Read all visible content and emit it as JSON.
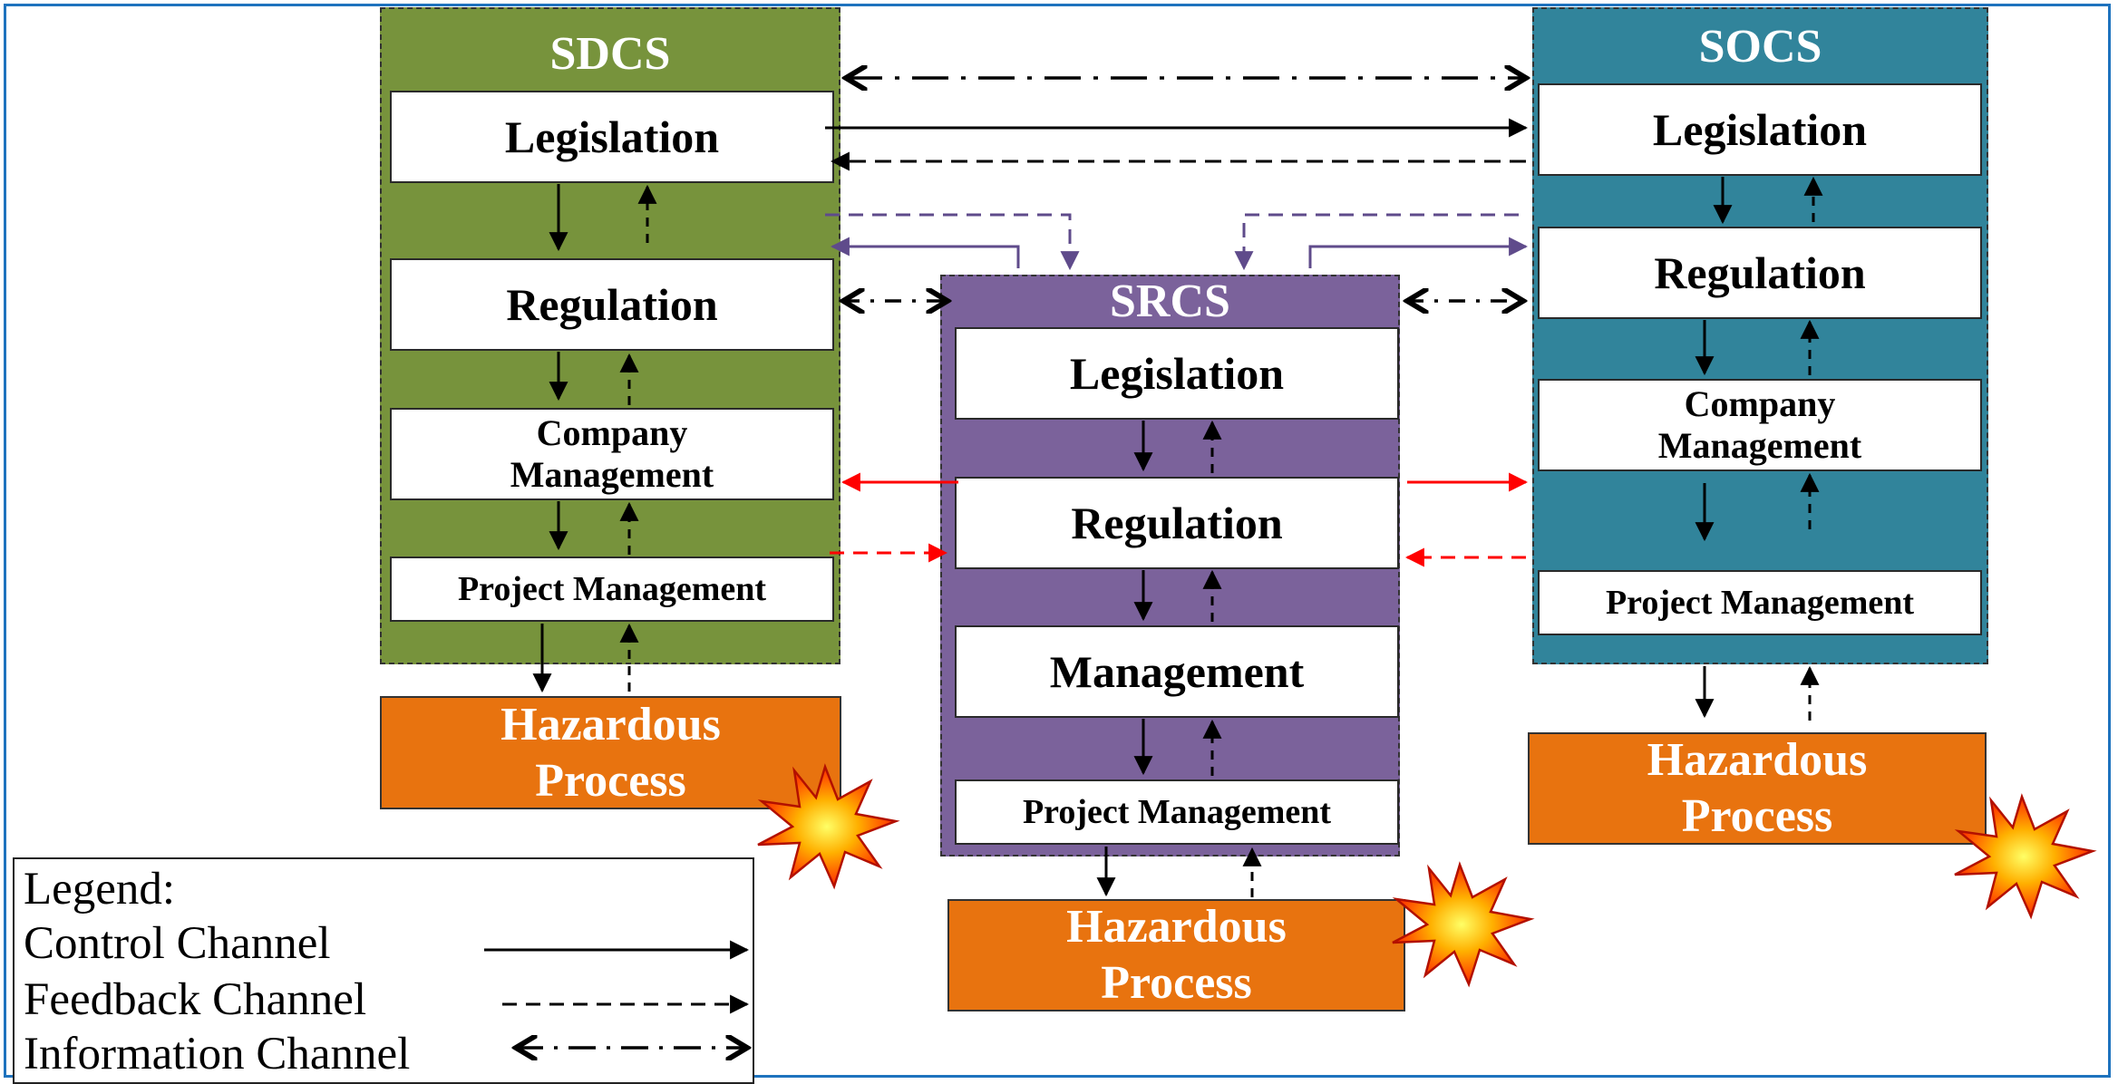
{
  "systems": {
    "sdcs": {
      "title": "SDCS",
      "color": "#77933c",
      "levels": [
        "Legislation",
        "Regulation",
        "Company Management",
        "Project Management"
      ]
    },
    "srcs": {
      "title": "SRCS",
      "color": "#7b629b",
      "levels": [
        "Legislation",
        "Regulation",
        "Management",
        "Project Management"
      ]
    },
    "socs": {
      "title": "SOCS",
      "color": "#31849b",
      "levels": [
        "Legislation",
        "Regulation",
        "Company Management",
        "Project Management"
      ]
    }
  },
  "hazard": {
    "label": "Hazardous\nProcess",
    "color": "#e8730f"
  },
  "legend": {
    "title": "Legend:",
    "control": "Control Channel",
    "feedback": "Feedback Channel",
    "information": "Information Channel"
  },
  "colors": {
    "black_channel": "#000000",
    "purple_channel": "#5f4b8b",
    "red_channel": "#ff0000"
  }
}
